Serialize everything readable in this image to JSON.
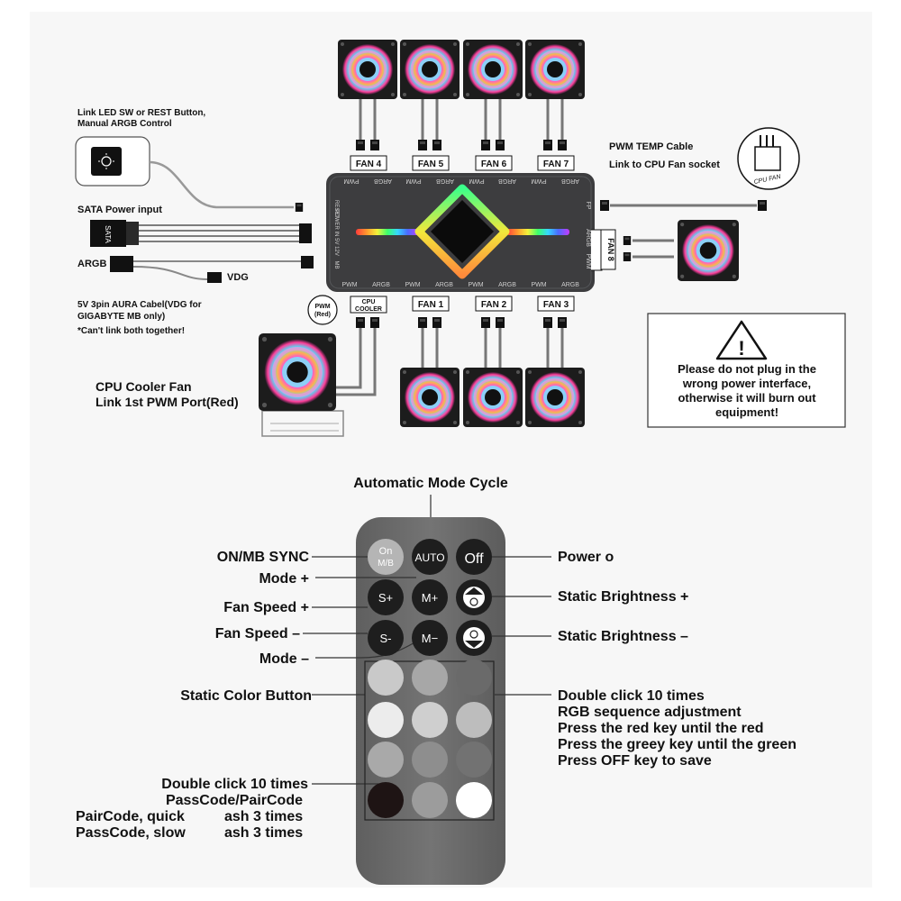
{
  "hub": {
    "top_fans": [
      "FAN 4",
      "FAN 5",
      "FAN 6",
      "FAN 7"
    ],
    "bottom_fans": [
      "FAN 1",
      "FAN 2",
      "FAN 3"
    ],
    "right_fan": "FAN 8",
    "cpu_cooler_port": [
      "CPU",
      "COOLER"
    ],
    "top_ports": [
      "PWM",
      "ARGB",
      "PWM",
      "ARGB",
      "PWM",
      "ARGB",
      "PWM",
      "ARGB"
    ],
    "bottom_ports": [
      "PWM",
      "ARGB",
      "PWM",
      "ARGB",
      "PWM",
      "ARGB",
      "PWM",
      "ARGB"
    ],
    "right_ports": [
      "FP",
      "ARGB",
      "PWM"
    ],
    "left_ports": [
      "RESET",
      "POWER IN 5V 12V",
      "MB"
    ],
    "pwm_red": [
      "PWM",
      "(Red)"
    ]
  },
  "labels": {
    "link_led_line1": "Link LED SW or REST Button,",
    "link_led_line2": "Manual ARGB Control",
    "sata": "SATA Power input",
    "sata_plug": "SATA",
    "argb": "ARGB",
    "vdg": "VDG",
    "aura_line1": "5V 3pin AURA Cabel(VDG for",
    "aura_line2": "GIGABYTE MB only)",
    "aura_line3": "*Can't link both together!",
    "pwm_temp": "PWM TEMP Cable",
    "cpu_fan_socket": "Link to CPU Fan socket",
    "cpu_fan_icon": "CPU FAN",
    "cpu_cooler_line1": "CPU Cooler Fan",
    "cpu_cooler_line2": "Link 1st PWM Port(Red)",
    "warning": [
      "Please do not plug in the",
      "wrong power interface,",
      "otherwise it will burn out",
      "equipment!"
    ]
  },
  "remote": {
    "title": "Automatic Mode Cycle",
    "btn_on_top": "On",
    "btn_on_bottom": "M/B",
    "btn_auto": "AUTO",
    "btn_off": "Off",
    "btn_s_plus": "S+",
    "btn_m_plus": "M+",
    "btn_s_minus": "S-",
    "btn_m_minus": "M−",
    "left_labels": {
      "on_mb_sync": "ON/MB SYNC",
      "mode_plus": "Mode +",
      "fan_speed_plus": "Fan Speed +",
      "fan_speed_minus": "Fan Speed –",
      "mode_minus": "Mode –",
      "static_color": "Static Color Button",
      "dbl_click": "Double click 10 times",
      "passcode": "PassCode/PairCode",
      "paircode_a": "PairCode, quick",
      "paircode_b": "ash 3 times",
      "passcode_a": "PassCode, slow",
      "passcode_b": "ash 3 times"
    },
    "right_labels": {
      "power": "Power o",
      "brightness_plus": "Static Brightness +",
      "brightness_minus": "Static Brightness –",
      "rgb": [
        "Double click 10 times",
        "RGB sequence adjustment",
        "Press the red key until the red",
        "Press the greey key until the green",
        "Press OFF key to save"
      ]
    },
    "color_buttons": [
      [
        "#c9c9c9",
        "#a7a7a7",
        "#6a6a6a"
      ],
      [
        "#ececec",
        "#cfcfcf",
        "#bdbdbd"
      ],
      [
        "#a9a9a9",
        "#8e8e8e",
        "#727272"
      ],
      [
        "#1e1414",
        "#9c9c9c",
        "#ffffff"
      ]
    ]
  },
  "colors": {
    "hub_body": "#3d3d3f",
    "remote_body": "#6b6b6b",
    "fan_frame": "#1c1c1c"
  }
}
